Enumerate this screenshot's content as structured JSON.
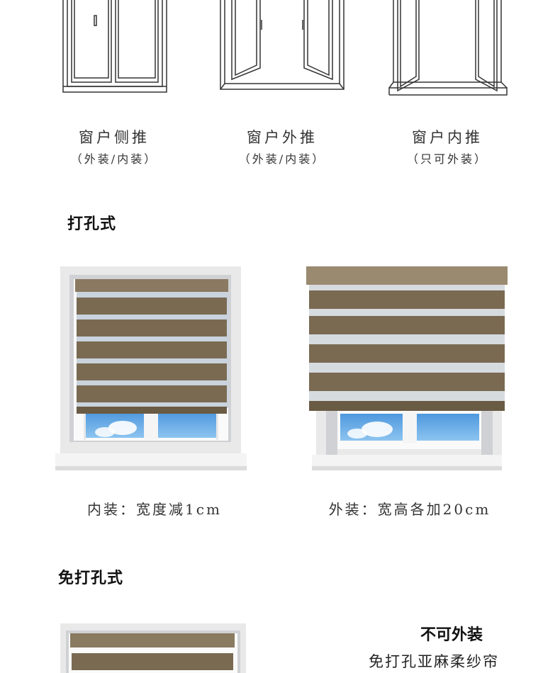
{
  "window_types": [
    {
      "title": "窗户侧推",
      "note": "（外装/内装）"
    },
    {
      "title": "窗户外推",
      "note": "（外装/内装）"
    },
    {
      "title": "窗户内推",
      "note": "（只可外装）"
    }
  ],
  "section_drilled": {
    "title": "打孔式"
  },
  "photos": [
    {
      "caption": "内装：宽度减1cm"
    },
    {
      "caption": "外装：宽高各加20cm"
    }
  ],
  "section_no_drill": {
    "title": "免打孔式"
  },
  "no_drill_side": {
    "heading": "不可外装",
    "subheading": "免打孔亚麻柔纱帘"
  },
  "colors": {
    "fabric": "#7a6a52",
    "fabric_dark": "#5f5240",
    "sky": "#6fb2ea",
    "frame": "#f3f3f3"
  }
}
